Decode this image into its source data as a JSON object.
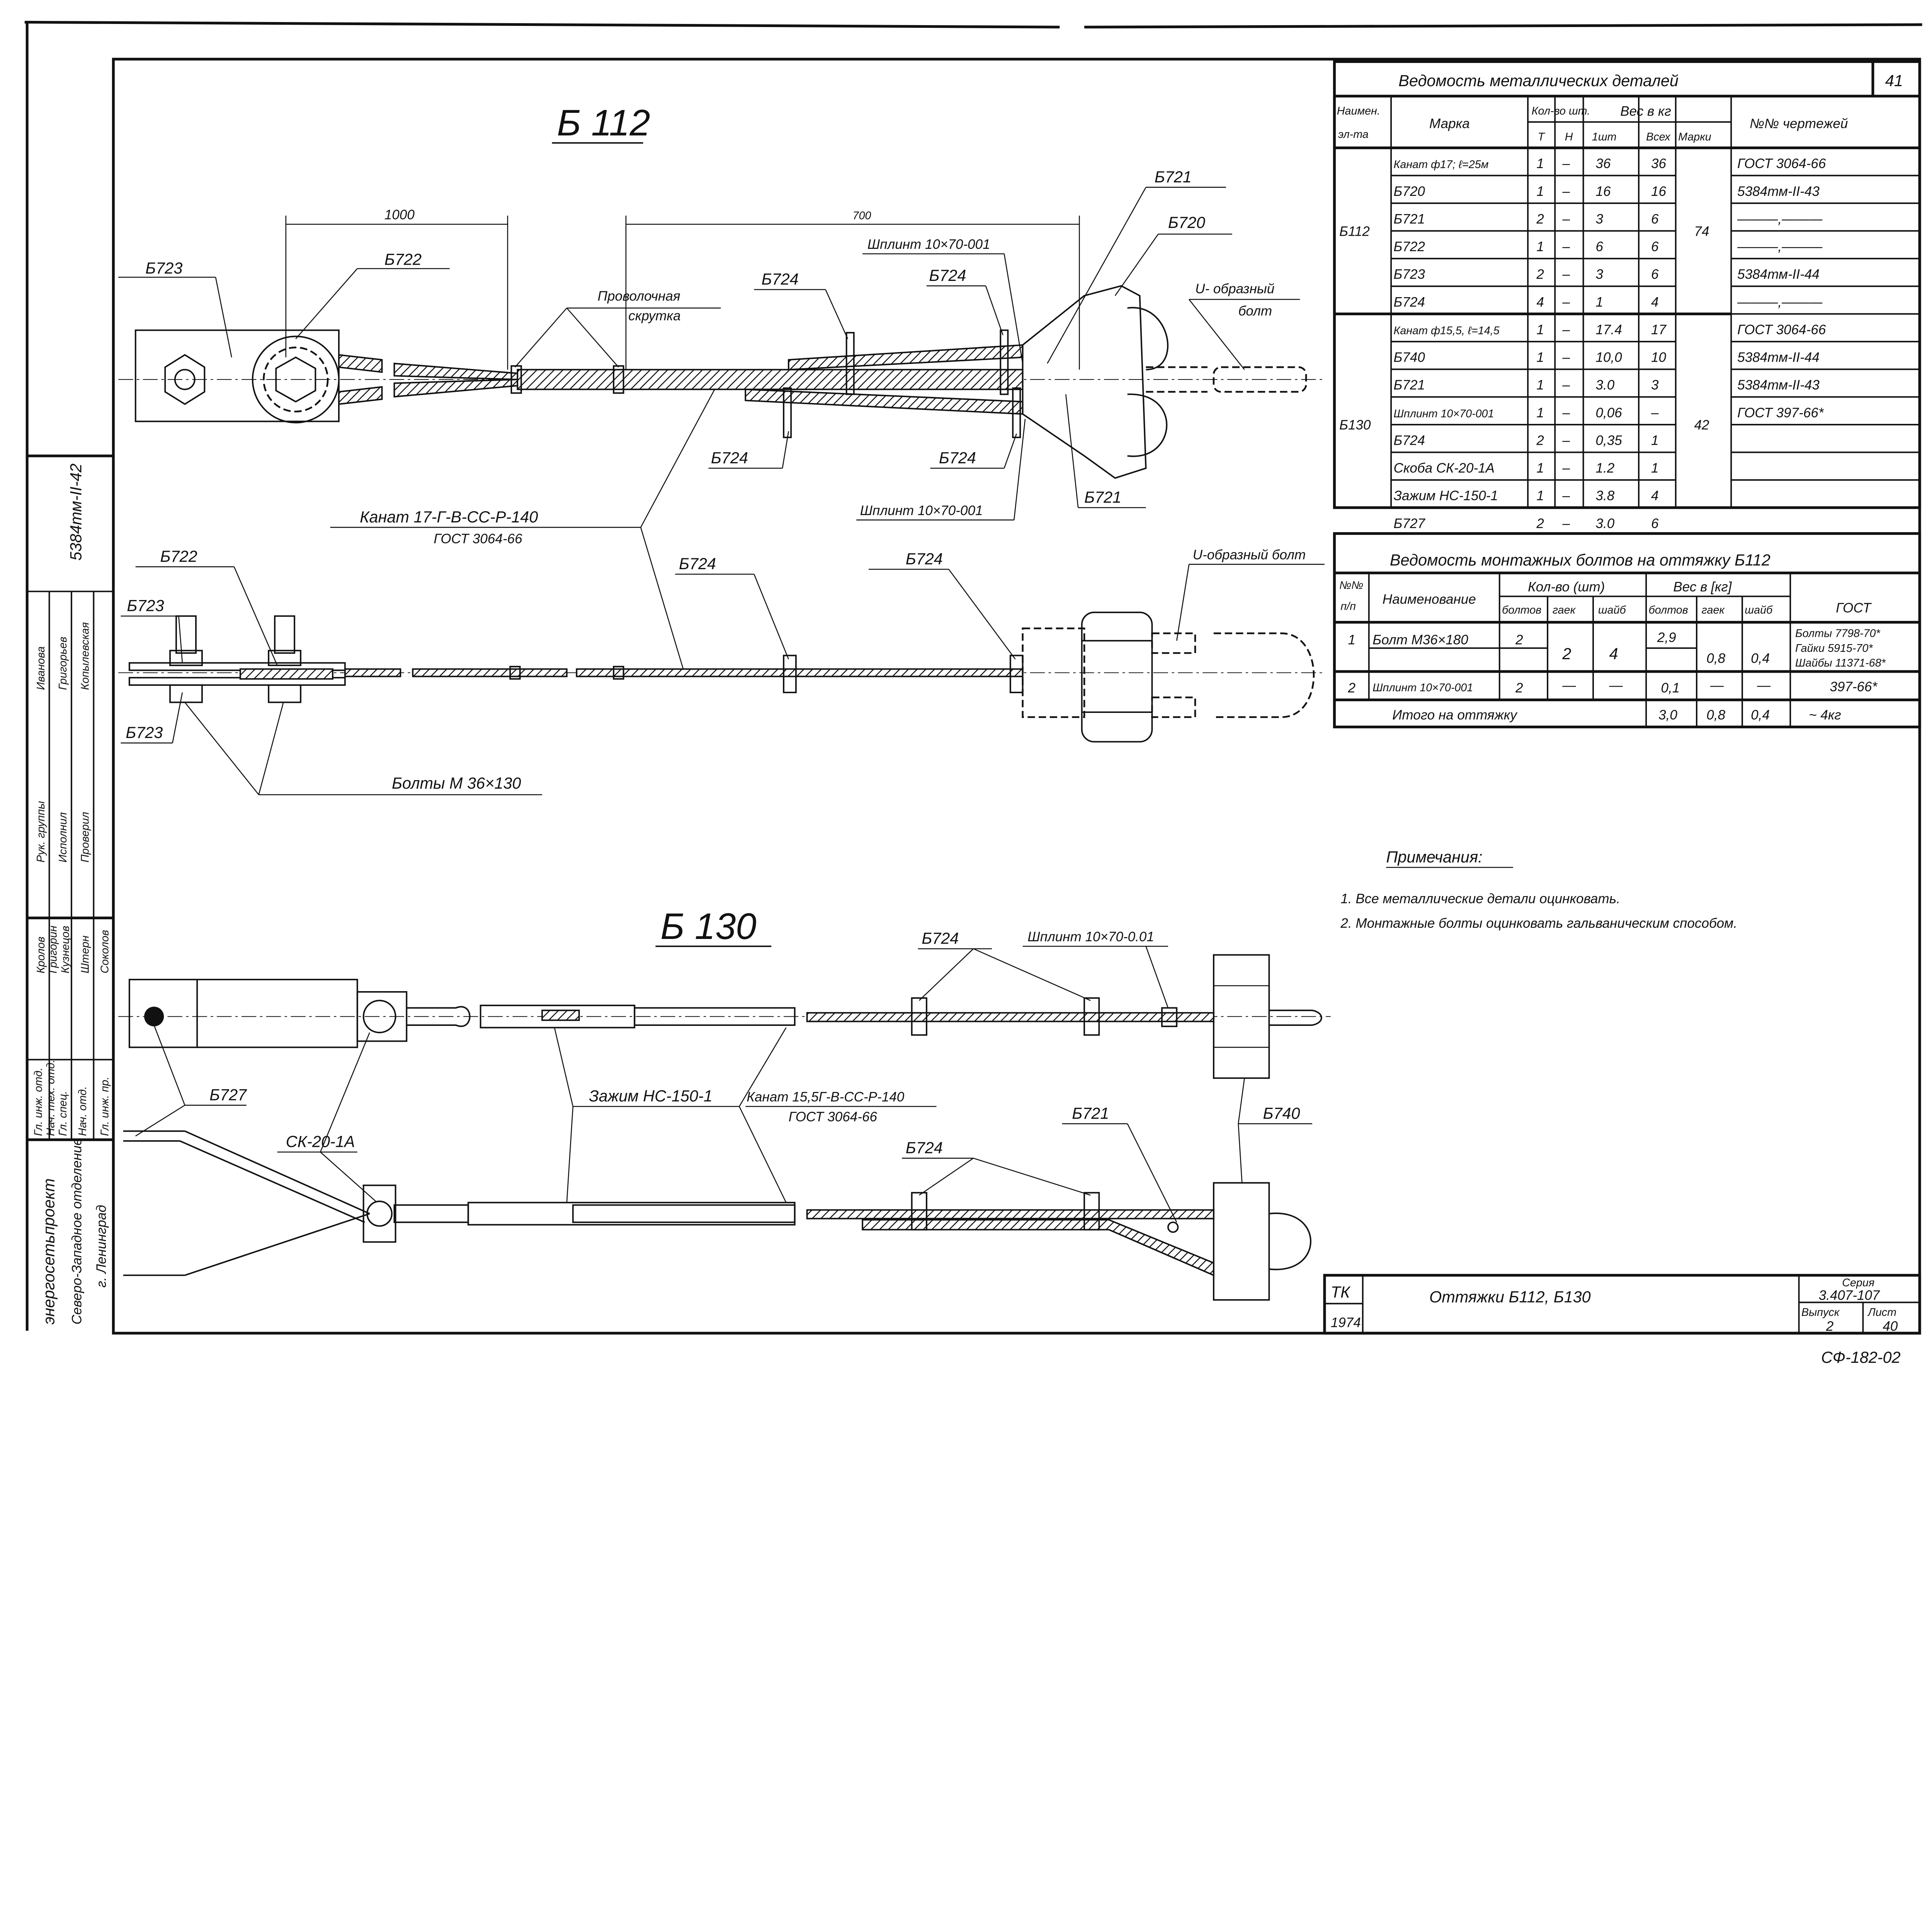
{
  "sheet_corner_number": "41",
  "drawing_code": "5384тм-II-42",
  "b112": {
    "title": "Б 112",
    "top_view": {
      "dim_1": "1000",
      "dim_2": "700",
      "b723": "Б723",
      "b722": "Б722",
      "wire_twist_1": "Проволочная",
      "wire_twist_2": "скрутка",
      "b724_a": "Б724",
      "b724_b": "Б724",
      "b724_c": "Б724",
      "b724_d": "Б724",
      "cotter_top": "Шплинт 10×70-001",
      "cotter_bottom": "Шплинт 10×70-001",
      "b721_top": "Б721",
      "b721_bottom": "Б721",
      "b720": "Б720",
      "u_bolt_1": "U- образный",
      "u_bolt_2": "болт",
      "rope_1": "Канат 17-Г-В-СС-Р-140",
      "rope_2": "ГОСТ 3064-66"
    },
    "side_view": {
      "b722": "Б722",
      "b723_top": "Б723",
      "b723_bottom": "Б723",
      "b724_a": "Б724",
      "b724_b": "Б724",
      "u_bolt": "U-образный болт",
      "bolts": "Болты М 36×130"
    }
  },
  "b130": {
    "title": "Б 130",
    "b727": "Б727",
    "shackle": "СК-20-1А",
    "clamp": "Зажим НС-150-1",
    "rope_1": "Канат 15,5Г-В-СС-Р-140",
    "rope_2": "ГОСТ 3064-66",
    "b724_top": "Б724",
    "b724_bottom": "Б724",
    "cotter": "Шплинт 10×70-0.01",
    "b721": "Б721",
    "b740": "Б740"
  },
  "metal_parts_table": {
    "title": "Ведомость металлических деталей",
    "headers": {
      "element_1": "Наимен.",
      "element_2": "эл-та",
      "mark": "Марка",
      "qty": "Кол-во шт.",
      "qty_t": "Т",
      "qty_n": "Н",
      "weight": "Вес в кг",
      "weight_one": "1шт",
      "weight_all": "Всех",
      "weight_mark": "Марки",
      "drawings": "№№ чертежей"
    },
    "groups": [
      {
        "element": "Б112",
        "mark_weight": "74",
        "rows": [
          {
            "mark": "Канат ф17; ℓ=25м",
            "t": "1",
            "n": "–",
            "one": "36",
            "all": "36",
            "drawing": "ГОСТ 3064-66"
          },
          {
            "mark": "Б720",
            "t": "1",
            "n": "–",
            "one": "16",
            "all": "16",
            "drawing": "5384тм-II-43"
          },
          {
            "mark": "Б721",
            "t": "2",
            "n": "–",
            "one": "3",
            "all": "6",
            "drawing": "———,———"
          },
          {
            "mark": "Б722",
            "t": "1",
            "n": "–",
            "one": "6",
            "all": "6",
            "drawing": "———,———"
          },
          {
            "mark": "Б723",
            "t": "2",
            "n": "–",
            "one": "3",
            "all": "6",
            "drawing": "5384тм-II-44"
          },
          {
            "mark": "Б724",
            "t": "4",
            "n": "–",
            "one": "1",
            "all": "4",
            "drawing": "———,———"
          }
        ]
      },
      {
        "element": "Б130",
        "mark_weight": "42",
        "rows": [
          {
            "mark": "Канат ф15,5, ℓ=14,5",
            "t": "1",
            "n": "–",
            "one": "17.4",
            "all": "17",
            "drawing": "ГОСТ 3064-66"
          },
          {
            "mark": "Б740",
            "t": "1",
            "n": "–",
            "one": "10,0",
            "all": "10",
            "drawing": "5384тм-II-44"
          },
          {
            "mark": "Б721",
            "t": "1",
            "n": "–",
            "one": "3.0",
            "all": "3",
            "drawing": "5384тм-II-43"
          },
          {
            "mark": "Шплинт 10×70-001",
            "t": "1",
            "n": "–",
            "one": "0,06",
            "all": "–",
            "drawing": "ГОСТ 397-66*"
          },
          {
            "mark": "Б724",
            "t": "2",
            "n": "–",
            "one": "0,35",
            "all": "1",
            "drawing": ""
          },
          {
            "mark": "Скоба СК-20-1А",
            "t": "1",
            "n": "–",
            "one": "1.2",
            "all": "1",
            "drawing": ""
          },
          {
            "mark": "Зажим НС-150-1",
            "t": "1",
            "n": "–",
            "one": "3.8",
            "all": "4",
            "drawing": ""
          },
          {
            "mark": "Б727",
            "t": "2",
            "n": "–",
            "one": "3.0",
            "all": "6",
            "drawing": ""
          }
        ]
      }
    ]
  },
  "bolts_table": {
    "title": "Ведомость монтажных болтов на оттяжку Б112",
    "headers": {
      "num_1": "№№",
      "num_2": "п/п",
      "name": "Наименование",
      "qty": "Кол-во (шт)",
      "weight": "Вес в [кг]",
      "bolts": "болтов",
      "nuts": "гаек",
      "washers": "шайб",
      "gost": "ГОСТ"
    },
    "rows": [
      {
        "num": "1",
        "name": "Болт М36×180",
        "qty_bolts": "2",
        "qty_nuts": "2",
        "qty_washers": "4",
        "w_bolts": "2,9",
        "w_nuts": "0,8",
        "w_washers": "0,4",
        "gost": [
          "Болты 7798-70*",
          "Гайки 5915-70*",
          "Шайбы 11371-68*"
        ]
      },
      {
        "num": "2",
        "name": "Шплинт 10×70-001",
        "qty_bolts": "2",
        "qty_nuts": "—",
        "qty_washers": "—",
        "w_bolts": "0,1",
        "w_nuts": "—",
        "w_washers": "—",
        "gost": [
          "397-66*"
        ]
      }
    ],
    "total": {
      "label": "Итого на оттяжку",
      "bolts": "3,0",
      "nuts": "0,8",
      "washers": "0,4",
      "gost": "~ 4кг"
    }
  },
  "notes": {
    "heading": "Примечания:",
    "items": [
      "1. Все металлические детали оцинковать.",
      "2. Монтажные болты оцинковать гальваническим способом."
    ]
  },
  "stamp": {
    "organization": "энергосетьпроект",
    "branch": "Северо-Западное отделение",
    "city": "г. Ленинград",
    "roles_top": [
      "Рук. группы",
      "Исполнил",
      "Проверил"
    ],
    "names_top": [
      "Иванова",
      "Григорьев",
      "Копылевская"
    ],
    "roles_bottom": [
      "Гл. инж. отд.",
      "Нач. тех. отд.",
      "Гл. спец.",
      "Нач. отд.",
      "Гл. инж. пр."
    ],
    "names_bottom": [
      "Кролов",
      "Григорин",
      "Кузнецов",
      "Штерн",
      "Соколов"
    ]
  },
  "title_block": {
    "tk": "ТК",
    "year": "1974",
    "title": "Оттяжки Б112, Б130",
    "series_label": "Серия",
    "series": "3.407-107",
    "issue_label": "Выпуск",
    "issue": "2",
    "sheet_label": "Лист",
    "sheet": "40"
  },
  "archive_code": "СФ-182-02"
}
